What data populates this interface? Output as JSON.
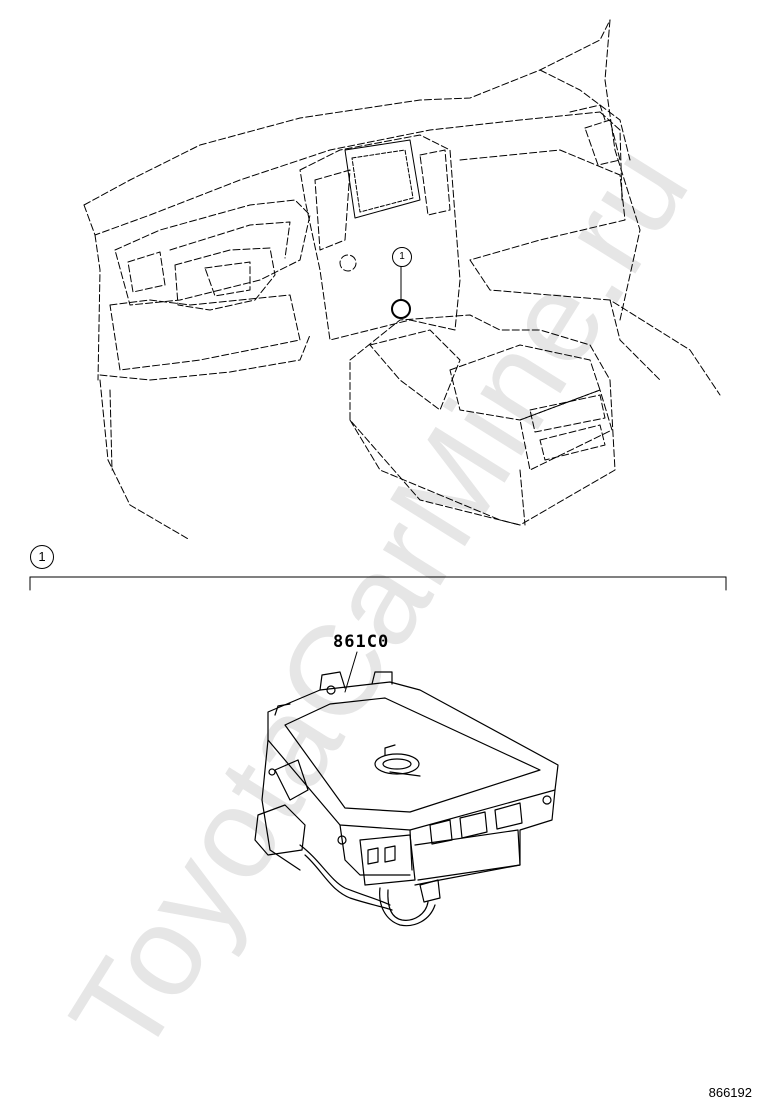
{
  "watermark": {
    "text": "ToyotaCarMine.ru"
  },
  "callouts": {
    "main": "1",
    "dash_pointer": "1"
  },
  "part": {
    "number": "861C0"
  },
  "illustration": {
    "id": "866192"
  }
}
